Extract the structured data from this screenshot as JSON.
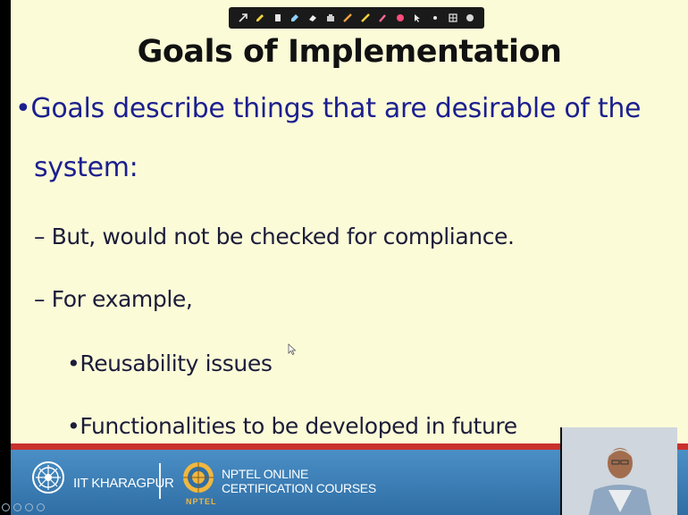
{
  "slide": {
    "title": "Goals of Implementation",
    "bullets": [
      {
        "level": 1,
        "text": "Goals describe things that are desirable of the"
      },
      {
        "level": 1,
        "text": "system:"
      },
      {
        "level": 2,
        "text": "– But, would not be checked for compliance."
      },
      {
        "level": 2,
        "text": "– For example,"
      },
      {
        "level": 3,
        "text": "•Reusability issues"
      },
      {
        "level": 3,
        "text": "•Functionalities to be developed in future"
      }
    ],
    "bullet_glyph": "•"
  },
  "footer": {
    "institute": "IIT KHARAGPUR",
    "nptel_line1": "NPTEL ONLINE",
    "nptel_line2": "CERTIFICATION COURSES",
    "nptel_label": "NPTEL"
  },
  "toolbar": {
    "icons": [
      "arrow-icon",
      "pen-icon",
      "highlighter-icon",
      "marker-icon",
      "eraser-icon",
      "fill-icon",
      "ruler-icon",
      "pencil-icon",
      "brush-icon",
      "color-icon",
      "pointer-icon",
      "dot-icon",
      "grid-icon",
      "circle-icon"
    ]
  },
  "colors": {
    "slide_bg": "#fbfbd8",
    "level1_text": "#1c1f8f",
    "footer_blue": "#3a7fb8",
    "footer_red": "#c9302c"
  }
}
